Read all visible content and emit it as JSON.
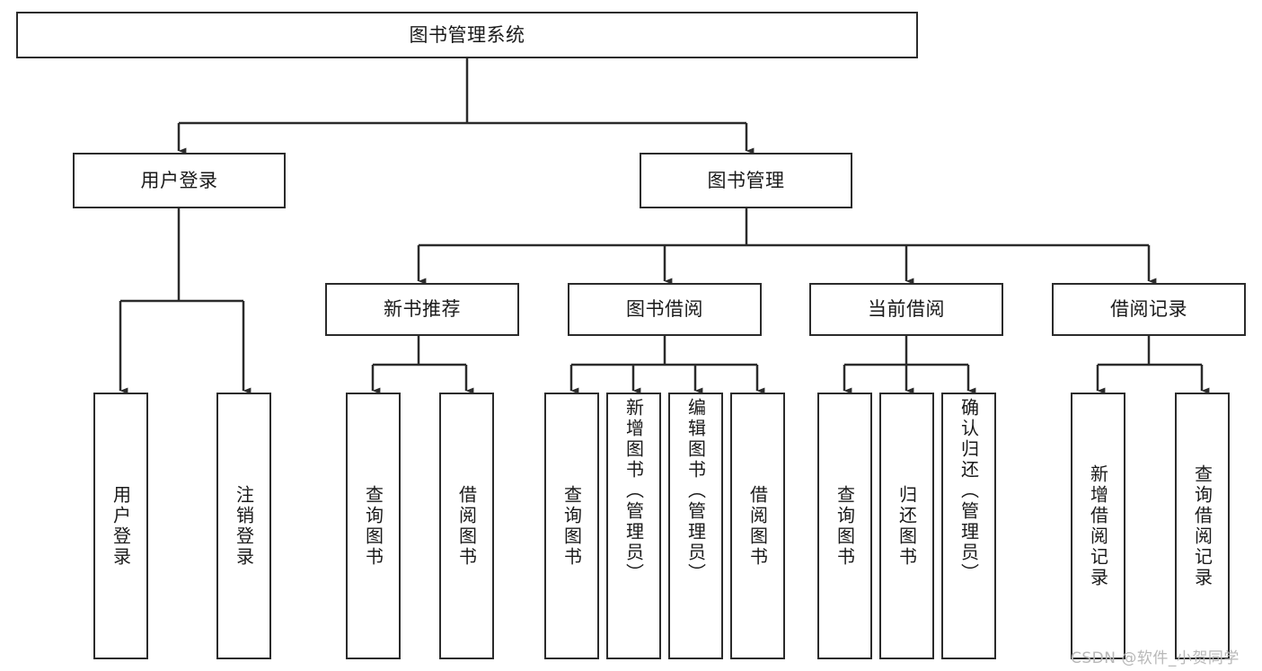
{
  "diagram": {
    "type": "tree-hierarchy-diagram",
    "title": "图书管理系统",
    "root": {
      "id": "root",
      "label": "图书管理系统",
      "level": 0
    },
    "level1": [
      {
        "id": "user-login",
        "label": "用户登录"
      },
      {
        "id": "book-management",
        "label": "图书管理"
      }
    ],
    "level2": [
      {
        "id": "new-book-recommend",
        "label": "新书推荐",
        "parent": "book-management"
      },
      {
        "id": "book-borrow",
        "label": "图书借阅",
        "parent": "book-management"
      },
      {
        "id": "current-borrow",
        "label": "当前借阅",
        "parent": "book-management"
      },
      {
        "id": "borrow-record",
        "label": "借阅记录",
        "parent": "book-management"
      }
    ],
    "leaves": [
      {
        "id": "leaf-user-login",
        "label": "用户登录",
        "parent": "user-login"
      },
      {
        "id": "leaf-logout-login",
        "label": "注销登录",
        "parent": "user-login"
      },
      {
        "id": "leaf-query-book-1",
        "label": "查询图书",
        "parent": "new-book-recommend"
      },
      {
        "id": "leaf-borrow-book-1",
        "label": "借阅图书",
        "parent": "new-book-recommend"
      },
      {
        "id": "leaf-query-book-2",
        "label": "查询图书",
        "parent": "book-borrow"
      },
      {
        "id": "leaf-add-book",
        "label": "新增图书（管理员）",
        "parent": "book-borrow"
      },
      {
        "id": "leaf-edit-book",
        "label": "编辑图书（管理员）",
        "parent": "book-borrow"
      },
      {
        "id": "leaf-borrow-book-2",
        "label": "借阅图书",
        "parent": "book-borrow"
      },
      {
        "id": "leaf-query-book-3",
        "label": "查询图书",
        "parent": "current-borrow"
      },
      {
        "id": "leaf-return-book",
        "label": "归还图书",
        "parent": "current-borrow"
      },
      {
        "id": "leaf-confirm-return",
        "label": "确认归还（管理员）",
        "parent": "current-borrow"
      },
      {
        "id": "leaf-add-record",
        "label": "新增借阅记录",
        "parent": "borrow-record"
      },
      {
        "id": "leaf-query-record",
        "label": "查询借阅记录",
        "parent": "borrow-record"
      }
    ],
    "watermark": "CSDN @软件_小贺同学",
    "colors": {
      "stroke": "#2b2b2b",
      "background": "#ffffff",
      "text": "#1a1a1a",
      "watermark": "#b8b8b8"
    }
  }
}
